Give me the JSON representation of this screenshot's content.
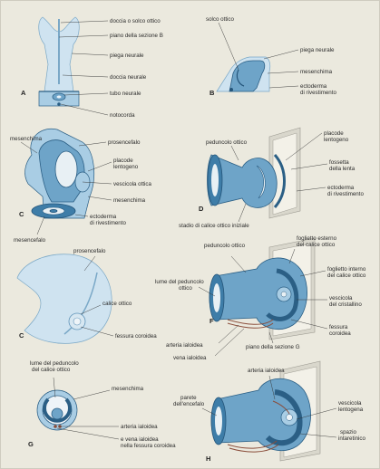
{
  "sections": {
    "A": "A",
    "B": "B",
    "C1": "C",
    "C2": "C",
    "D": "D",
    "F": "F",
    "G": "G",
    "H": "H"
  },
  "labels": {
    "a_doccia_solco": "doccia o solco ottico",
    "a_piano": "piano della sezione B",
    "a_piega": "piega neurale",
    "a_doccia": "doccia neurale",
    "a_tubo": "tubo neurale",
    "a_notocorda": "notocorda",
    "b_solco": "solco ottico",
    "b_piega": "piega neurale",
    "b_mesenchima": "mesenchima",
    "b_ecto1": "ectoderma",
    "b_ecto2": "di rivestimento",
    "c_mesenchima": "mesenchima",
    "c_prosencefalo": "prosencefalo",
    "c_placode1": "placode",
    "c_placode2": "lentogeno",
    "c_vescicola": "vescicola ottica",
    "c_mesenchima2": "mesenchima",
    "c_ecto1": "ectoderma",
    "c_ecto2": "di rivestimento",
    "c_mesencefalo": "mesencefalo",
    "d_peduncolo": "peduncolo ottico",
    "d_placode1": "placode",
    "d_placode2": "lentogeno",
    "d_fossetta1": "fossetta",
    "d_fossetta2": "della lenta",
    "d_ecto1": "ectoderma",
    "d_ecto2": "di rivestimento",
    "d_stadio": "stadio di calice ottico iniziale",
    "c2_prosencefalo": "prosencefalo",
    "c2_calice": "calice ottico",
    "c2_fessura": "fessura coroidea",
    "f_peduncolo": "peduncolo ottico",
    "f_est1": "foglietto esterno",
    "f_est2": "del calice ottico",
    "f_int1": "foglietto interno",
    "f_int2": "del calice ottico",
    "f_lume1": "lume del peduncolo",
    "f_lume2": "ottico",
    "f_vescicola1": "vescicola",
    "f_vescicola2": "del cristallino",
    "f_fessura1": "fessura",
    "f_fessura2": "coroidea",
    "f_arteria": "arteria ialoidea",
    "f_vena": "vena ialoidea",
    "f_piano": "piano della sezione G",
    "g_lume1": "lume del peduncolo",
    "g_lume2": "del calice ottico",
    "g_mesenchima": "mesenchima",
    "g_arteria": "arteria ialoidea",
    "g_vena1": "e vena ialoidea",
    "g_vena2": "nella fessura coroidea",
    "h_arteria": "arteria ialoidea",
    "h_parete1": "parete",
    "h_parete2": "dell'encefalo",
    "h_vescicola1": "vescicola",
    "h_vescicola2": "lentogena",
    "h_spazio1": "spazio",
    "h_spazio2": "intaretinico"
  }
}
